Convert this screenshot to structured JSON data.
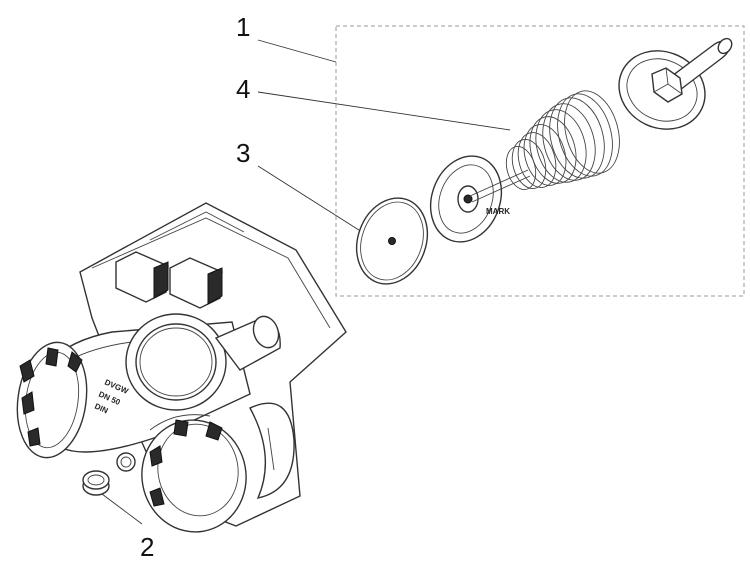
{
  "callouts": {
    "c1": "1",
    "c2": "2",
    "c3": "3",
    "c4": "4"
  },
  "castings": {
    "line1": "DVGW",
    "line2": "DN 50",
    "line3": "DIN"
  },
  "icons": [
    "valve-body",
    "membrane-disc",
    "valve-plate",
    "compression-spring",
    "bonnet-spindle",
    "drain-plug"
  ]
}
